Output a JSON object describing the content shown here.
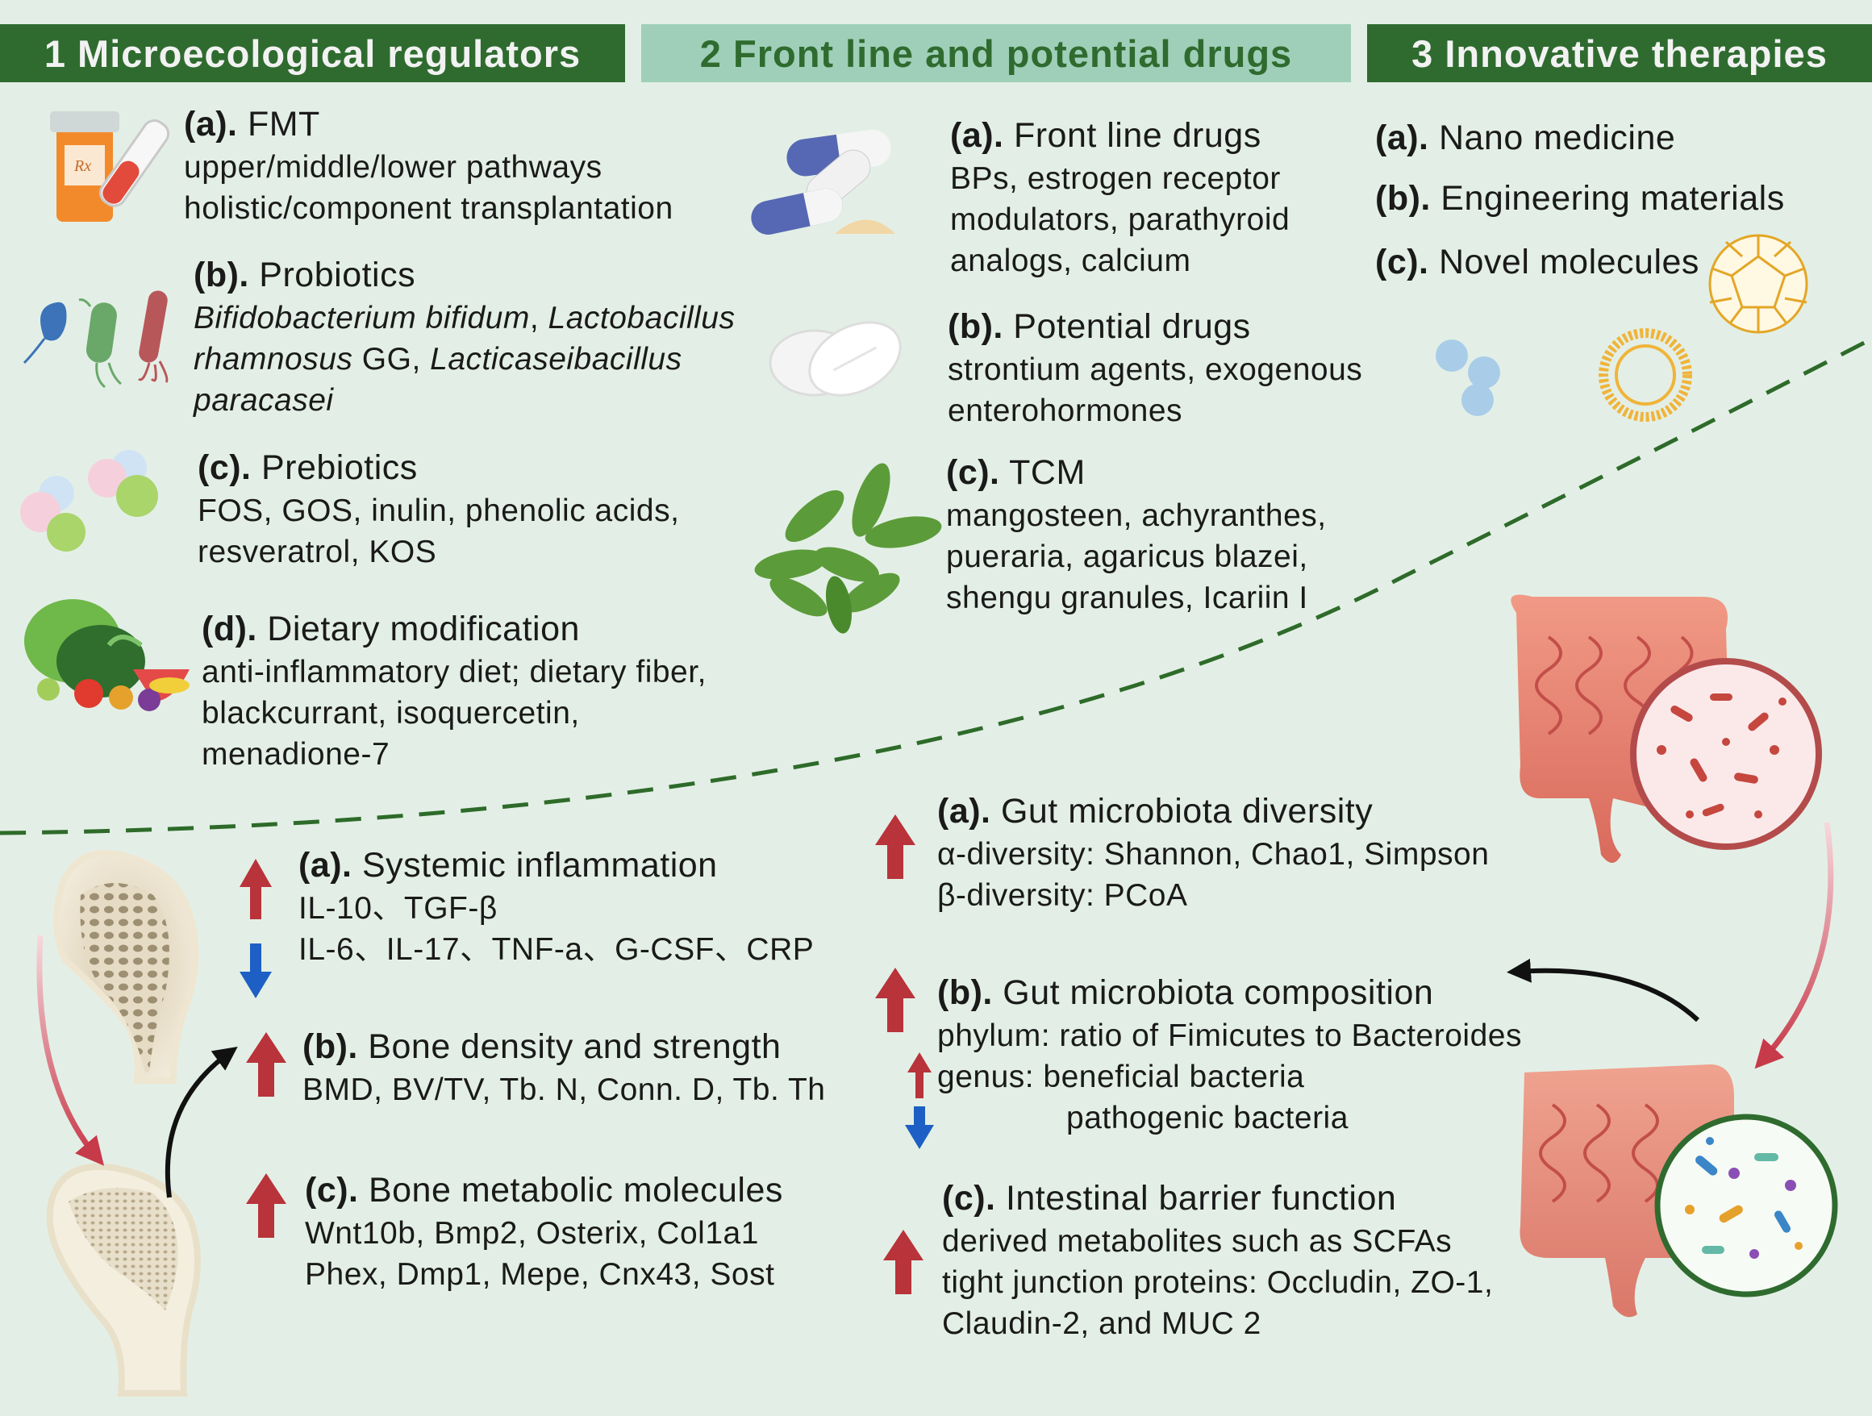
{
  "headers": {
    "h1": "1 Microecological regulators",
    "h2": "2 Front line and potential drugs",
    "h3": "3 Innovative therapies"
  },
  "col1": {
    "fmt": {
      "label": "(a).",
      "title": " FMT",
      "l1": "upper/middle/lower pathways",
      "l2": "holistic/component transplantation"
    },
    "probiotics": {
      "label": "(b).",
      "title": " Probiotics",
      "s1": "Bifidobacterium bifidum",
      "s1b": ", ",
      "s2": "Lactobacillus",
      "s3": "rhamnosus",
      "s3b": " GG, ",
      "s4": "Lacticaseibacillus",
      "s5": "paracasei"
    },
    "prebiotics": {
      "label": "(c).",
      "title": " Prebiotics",
      "l1": "FOS, GOS, inulin, phenolic acids,",
      "l2": "resveratrol, KOS"
    },
    "diet": {
      "label": "(d).",
      "title": " Dietary modification",
      "l1": "anti-inflammatory diet; dietary fiber,",
      "l2": "blackcurrant, isoquercetin,",
      "l3": "menadione-7"
    }
  },
  "col2": {
    "frontline": {
      "label": "(a).",
      "title": " Front line drugs",
      "l1": "BPs, estrogen receptor",
      "l2": "modulators, parathyroid",
      "l3": "analogs, calcium"
    },
    "potential": {
      "label": "(b).",
      "title": " Potential drugs",
      "l1": "strontium agents, exogenous",
      "l2": "enterohormones"
    },
    "tcm": {
      "label": "(c).",
      "title": " TCM",
      "l1": "mangosteen, achyranthes,",
      "l2": "pueraria, agaricus blazei,",
      "l3": "shengu granules, Icariin I"
    }
  },
  "col3": {
    "nano": {
      "label": "(a).",
      "title": " Nano medicine"
    },
    "engineering": {
      "label": "(b).",
      "title": " Engineering materials"
    },
    "novel": {
      "label": "(c).",
      "title": " Novel molecules"
    }
  },
  "bone": {
    "inflammation": {
      "label": "(a).",
      "title": " Systemic inflammation",
      "up": "IL-10、TGF-β",
      "down": "IL-6、IL-17、TNF-a、G-CSF、CRP"
    },
    "density": {
      "label": "(b).",
      "title": "  Bone density and strength",
      "l1": "BMD, BV/TV, Tb. N, Conn. D, Tb. Th"
    },
    "metabolic": {
      "label": "(c).",
      "title": " Bone metabolic molecules",
      "l1": "Wnt10b, Bmp2, Osterix, Col1a1",
      "l2": "Phex, Dmp1, Mepe, Cnx43, Sost"
    }
  },
  "gut": {
    "diversity": {
      "label": "(a).",
      "title": " Gut microbiota diversity",
      "l1": "α-diversity: Shannon, Chao1, Simpson",
      "l2": "β-diversity: PCoA"
    },
    "composition": {
      "label": "(b).",
      "title": " Gut microbiota composition",
      "l1": "phylum: ratio of Fimicutes to Bacteroides",
      "l2": "genus: beneficial bacteria",
      "l3": "pathogenic bacteria"
    },
    "barrier": {
      "label": "(c).",
      "title": " Intestinal barrier function",
      "l1": "derived metabolites such as SCFAs",
      "l2": "tight junction proteins: Occludin, ZO-1,",
      "l3": "Claudin-2, and MUC 2"
    }
  },
  "colors": {
    "background": "#e3efe6",
    "header_dark": "#2f6b2f",
    "header_light": "#9fcfb8",
    "dashed_line": "#2e6b2a",
    "arrow_up": "#b8333a",
    "arrow_down": "#1d5fc4"
  },
  "icons": [
    "pill-bottle-icon",
    "test-tube-icon",
    "capsules-icon",
    "bacteria-icon",
    "tablets-icon",
    "prebiotic-spheres-icon",
    "leaf-plant-icon",
    "vegetables-fruits-icon",
    "fullerene-icon",
    "nanoparticles-icon",
    "liposome-icon",
    "intestine-icon",
    "femur-bone-icon",
    "microbiota-circle-icon"
  ]
}
